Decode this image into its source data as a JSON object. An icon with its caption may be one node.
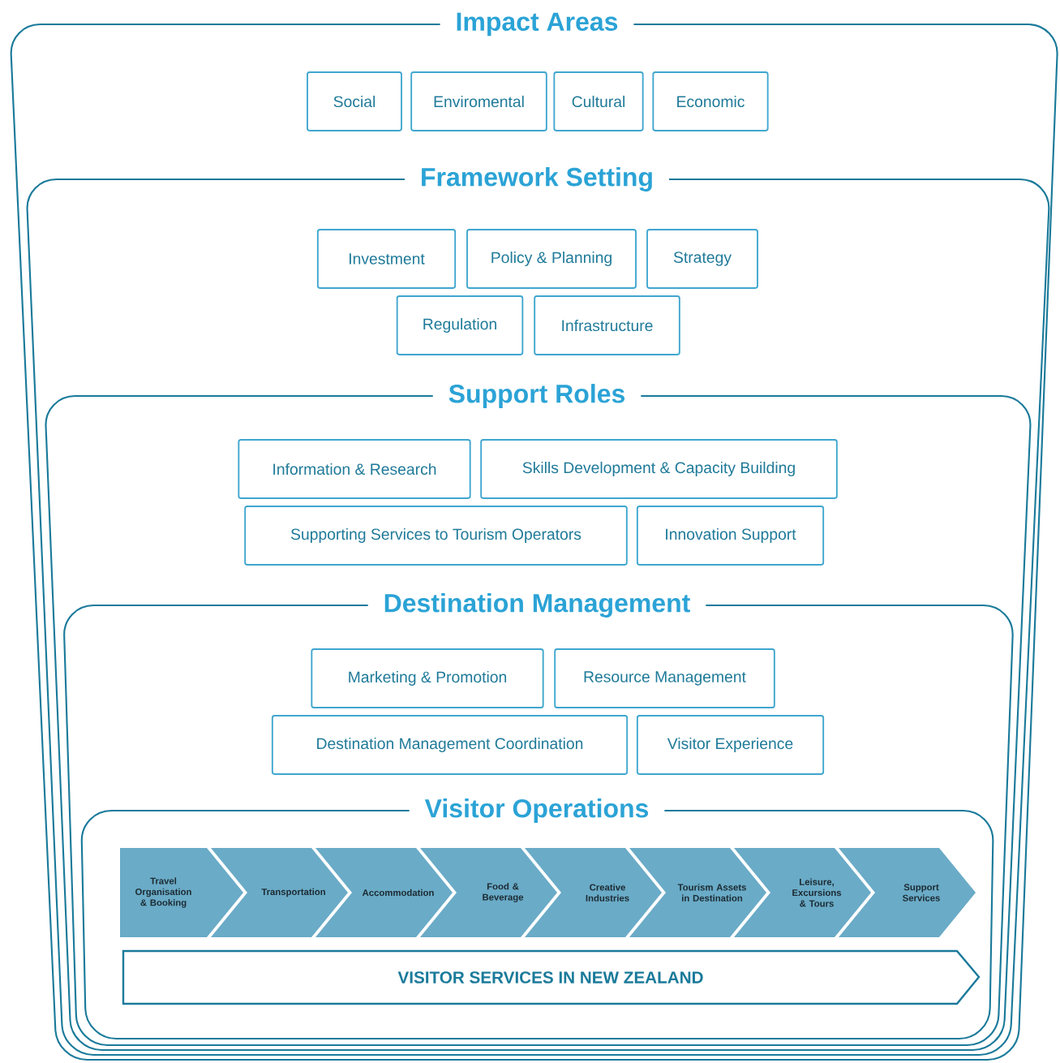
{
  "diagram": {
    "nodes": [
      {
        "text": [
          "Impact Areas"
        ]
      },
      {
        "text": [
          "Social"
        ],
        "in": 0
      },
      {
        "text": [
          "Enviromental"
        ],
        "in": 0
      },
      {
        "text": [
          "Cultural"
        ],
        "in": 0
      },
      {
        "text": [
          "Economic"
        ],
        "in": 0
      },
      {
        "text": [
          "Framework Setting"
        ],
        "in": 0
      },
      {
        "text": [
          "Investment"
        ],
        "in": 5
      },
      {
        "text": [
          "Policy & Planning"
        ],
        "in": 5
      },
      {
        "text": [
          "Strategy"
        ],
        "in": 5
      },
      {
        "text": [
          "Regulation"
        ],
        "in": 5
      },
      {
        "text": [
          "Infrastructure"
        ],
        "in": 5
      },
      {
        "text": [
          "Support Roles"
        ],
        "in": 5
      },
      {
        "text": [
          "Information & Research"
        ],
        "in": 11
      },
      {
        "text": [
          "Skills Development & Capacity Building"
        ],
        "in": 11
      },
      {
        "text": [
          "Supporting Services to Tourism Operators"
        ],
        "in": 11
      },
      {
        "text": [
          "Innovation Support"
        ],
        "in": 11
      },
      {
        "text": [
          "Destination Management"
        ],
        "in": 11
      },
      {
        "text": [
          "Marketing & Promotion"
        ],
        "in": 16
      },
      {
        "text": [
          "Resource Management"
        ],
        "in": 16
      },
      {
        "text": [
          "Destination Management Coordination"
        ],
        "in": 16
      },
      {
        "text": [
          "Visitor Experience"
        ],
        "in": 16
      },
      {
        "text": [
          "Visitor Operations"
        ],
        "in": 16
      },
      {
        "text": [
          "Travel Organisation & Booking"
        ],
        "in": 21
      },
      {
        "text": [
          "Transportation"
        ],
        "in": 21
      },
      {
        "text": [
          "Accommodation"
        ],
        "in": 21
      },
      {
        "text": [
          "Food & Beverage"
        ],
        "in": 21
      },
      {
        "text": [
          "Creative Industries"
        ],
        "in": 21
      },
      {
        "text": [
          "Tourism Assets in Destination"
        ],
        "in": 21
      },
      {
        "text": [
          "Leisure, Excursions & Tours"
        ],
        "in": 21
      },
      {
        "text": [
          "Support Services"
        ],
        "in": 21
      },
      {
        "text": [
          "VISITOR SERVICES IN NEW ZEALAND"
        ],
        "in": 21
      }
    ]
  }
}
